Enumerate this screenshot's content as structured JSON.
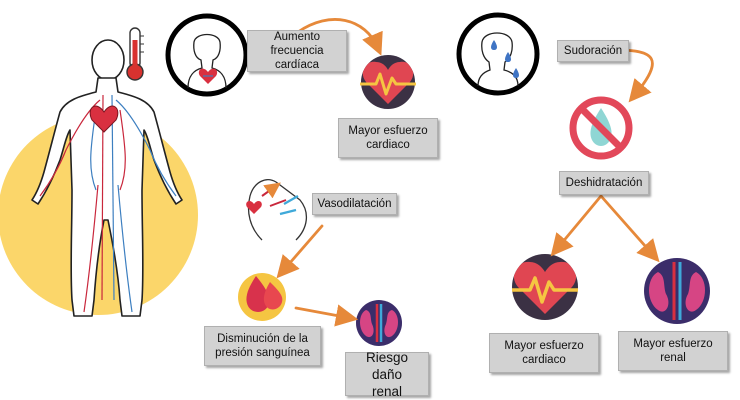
{
  "colors": {
    "arrow": "#e6893a",
    "label_bg": "#d2d2d2",
    "halo": "#fbd66a",
    "heart": "#e04652",
    "kidney": "#d64584",
    "drop": "#e8474f",
    "prohibit": "#e2485a",
    "water": "#8fd6d4"
  },
  "labels": {
    "heart_rate": "Aumento frecuencia\ncardíaca",
    "cardiac_effort_top": "Mayor esfuerzo\ncardiaco",
    "sweating": "Sudoración",
    "dehydration": "Deshidratación",
    "vasodilation": "Vasodilatación",
    "pressure_drop": "Disminución de la\npresión sanguínea",
    "kidney_risk": "Riesgo daño\nrenal",
    "cardiac_effort_bottom": "Mayor esfuerzo\ncardiaco",
    "renal_effort": "Mayor esfuerzo\nrenal"
  },
  "icons": [
    "human-circulatory-system-icon",
    "thermometer-icon",
    "person-heart-icon",
    "heartbeat-icon",
    "sweating-face-icon",
    "no-water-drop-icon",
    "vasodilation-icon",
    "blood-drop-icon",
    "kidney-icon"
  ]
}
